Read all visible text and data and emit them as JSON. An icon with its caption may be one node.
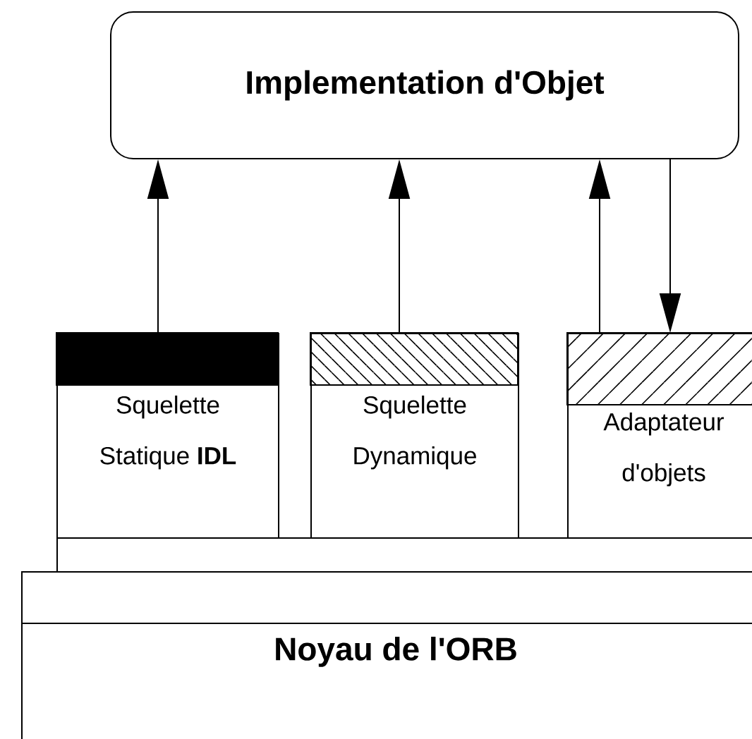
{
  "diagram": {
    "nodes": [
      {
        "text": [
          "Implementation d'Objet"
        ]
      },
      {
        "text": [
          "Squelette Statique **IDL**"
        ]
      },
      {
        "text": [
          "Squelette Dynamique"
        ]
      },
      {
        "text": [
          "Adaptateur d'objets"
        ]
      },
      {
        "text": [],
        "shape": "box"
      },
      {
        "text": [
          "Noyau de l'ORB"
        ]
      }
    ],
    "edges": [
      {
        "from": 1,
        "to": 0,
        "arrow": "to"
      },
      {
        "from": 2,
        "to": 0,
        "arrow": "to"
      },
      {
        "from": 3,
        "to": 0,
        "arrow": "to"
      },
      {
        "from": 0,
        "to": 3,
        "arrow": "to"
      }
    ]
  }
}
